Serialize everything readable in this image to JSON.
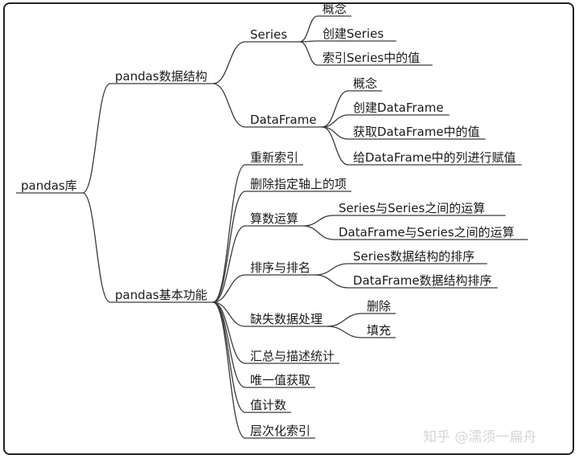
{
  "root": {
    "label": "pandas库"
  },
  "branches": [
    {
      "label": "pandas数据结构",
      "children": [
        {
          "label": "Series",
          "children": [
            "概念",
            "创建Series",
            "索引Series中的值"
          ]
        },
        {
          "label": "DataFrame",
          "children": [
            "概念",
            "创建DataFrame",
            "获取DataFrame中的值",
            "给DataFrame中的列进行赋值"
          ]
        }
      ]
    },
    {
      "label": "pandas基本功能",
      "children": [
        {
          "label": "重新索引",
          "children": []
        },
        {
          "label": "删除指定轴上的项",
          "children": []
        },
        {
          "label": "算数运算",
          "children": [
            "Series与Series之间的运算",
            "DataFrame与Series之间的运算"
          ]
        },
        {
          "label": "排序与排名",
          "children": [
            "Series数据结构的排序",
            "DataFrame数据结构排序"
          ]
        },
        {
          "label": "缺失数据处理",
          "children": [
            "删除",
            "填充"
          ]
        },
        {
          "label": "汇总与描述统计",
          "children": []
        },
        {
          "label": "唯一值获取",
          "children": []
        },
        {
          "label": "值计数",
          "children": []
        },
        {
          "label": "层次化索引",
          "children": []
        }
      ]
    }
  ],
  "watermark": "知乎 @濡须一扁舟",
  "colors": {
    "line": "#3a3a3a",
    "text": "#1a1a1a",
    "watermark": "#d6d6d6"
  }
}
